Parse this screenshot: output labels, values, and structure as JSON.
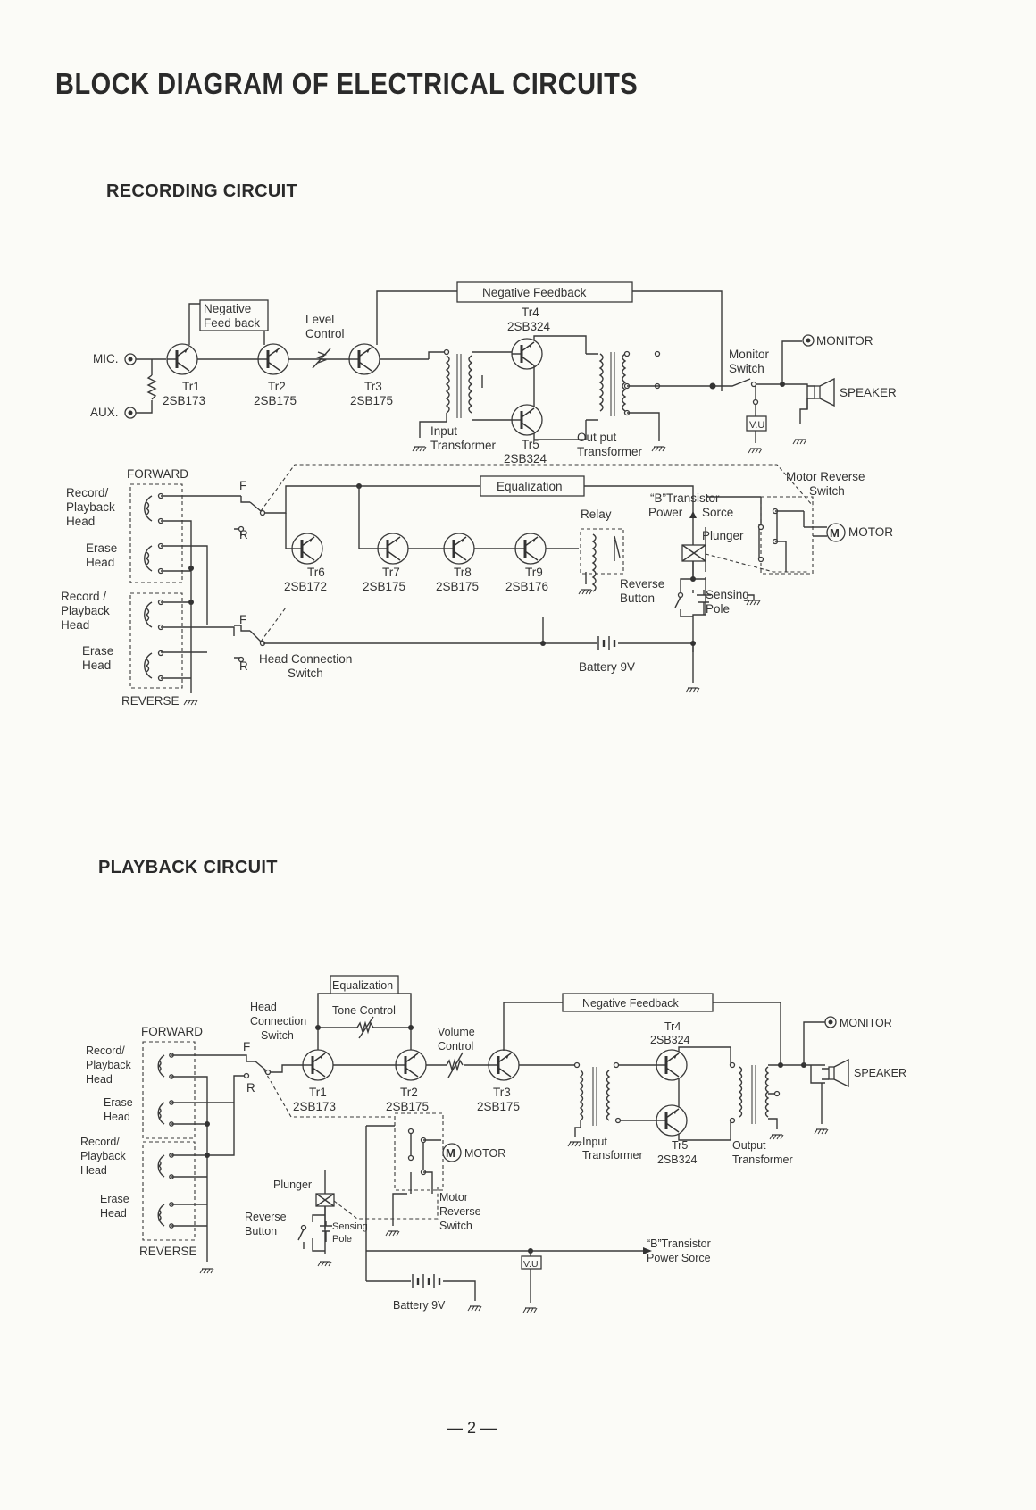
{
  "title": "BLOCK DIAGRAM OF ELECTRICAL CIRCUITS",
  "page_number": "— 2 —",
  "recording": {
    "title": "RECORDING CIRCUIT",
    "mic": "MIC.",
    "aux": "AUX.",
    "neg_feedback_small_1": "Negative",
    "neg_feedback_small_2": "Feed back",
    "level_control_1": "Level",
    "level_control_2": "Control",
    "negative_feedback": "Negative  Feedback",
    "tr1": "Tr1",
    "tr1_type": "2SB173",
    "tr2": "Tr2",
    "tr2_type": "2SB175",
    "tr3": "Tr3",
    "tr3_type": "2SB175",
    "tr4": "Tr4",
    "tr4_type": "2SB324",
    "tr5": "Tr5",
    "tr5_type": "2SB324",
    "input_transformer_1": "Input",
    "input_transformer_2": "Transformer",
    "output_transformer_1": "Out put",
    "output_transformer_2": "Transformer",
    "monitor_switch_1": "Monitor",
    "monitor_switch_2": "Switch",
    "monitor": "MONITOR",
    "speaker": "SPEAKER",
    "vu": "V.U",
    "forward": "FORWARD",
    "reverse": "REVERSE",
    "rp_head_1a": "Record/",
    "rp_head_1b": "Playback",
    "rp_head_1c": "Head",
    "erase_head_1a": "Erase",
    "erase_head_1b": "Head",
    "rp_head_2a": "Record /",
    "rp_head_2b": "Playback",
    "rp_head_2c": "Head",
    "erase_head_2a": "Erase",
    "erase_head_2b": "Head",
    "f1": "F",
    "r1": "R",
    "f2": "F",
    "r2": "R",
    "equalization": "Equalization",
    "tr6": "Tr6",
    "tr6_type": "2SB172",
    "tr7": "Tr7",
    "tr7_type": "2SB175",
    "tr8": "Tr8",
    "tr8_type": "2SB175",
    "tr9": "Tr9",
    "tr9_type": "2SB176",
    "relay": "Relay",
    "b_power_1": "“B”Transistor",
    "b_power_2": "Power",
    "b_power_3": "Sorce",
    "plunger": "Plunger",
    "motor_reverse_1": "Motor Reverse",
    "motor_reverse_2": "Switch",
    "motor": "MOTOR",
    "reverse_button_1": "Reverse",
    "reverse_button_2": "Button",
    "sensing_pole_1": "Sensing",
    "sensing_pole_2": "Pole",
    "head_connection_1": "Head Connection",
    "head_connection_2": "Switch",
    "battery": "Battery  9V"
  },
  "playback": {
    "title": "PLAYBACK CIRCUIT",
    "forward": "FORWARD",
    "reverse": "REVERSE",
    "rp_head_1a": "Record/",
    "rp_head_1b": "Playback",
    "rp_head_1c": "Head",
    "erase_head_1a": "Erase",
    "erase_head_1b": "Head",
    "rp_head_2a": "Record/",
    "rp_head_2b": "Playback",
    "rp_head_2c": "Head",
    "erase_head_2a": "Erase",
    "erase_head_2b": "Head",
    "head_connection_1": "Head",
    "head_connection_2": "Connection",
    "head_connection_3": "Switch",
    "f": "F",
    "r": "R",
    "equalization": "Equalization",
    "tone_control": "Tone  Control",
    "volume_control_1": "Volume",
    "volume_control_2": "Control",
    "negative_feedback": "Negative  Feedback",
    "tr1": "Tr1",
    "tr1_type": "2SB173",
    "tr2": "Tr2",
    "tr2_type": "2SB175",
    "tr3": "Tr3",
    "tr3_type": "2SB175",
    "tr4": "Tr4",
    "tr4_type": "2SB324",
    "tr5": "Tr5",
    "tr5_type": "2SB324",
    "input_transformer_1": "Input",
    "input_transformer_2": "Transformer",
    "output_transformer_1": "Output",
    "output_transformer_2": "Transformer",
    "monitor": "MONITOR",
    "speaker": "SPEAKER",
    "motor": "MOTOR",
    "motor_reverse_1": "Motor",
    "motor_reverse_2": "Reverse",
    "motor_reverse_3": "Switch",
    "plunger": "Plunger",
    "reverse_button_1": "Reverse",
    "reverse_button_2": "Button",
    "sensing_pole_1": "Sensing",
    "sensing_pole_2": "Pole",
    "b_power_1": "“B”Transistor",
    "b_power_2": "Power Sorce",
    "vu": "V.U",
    "battery": "Battery  9V"
  }
}
